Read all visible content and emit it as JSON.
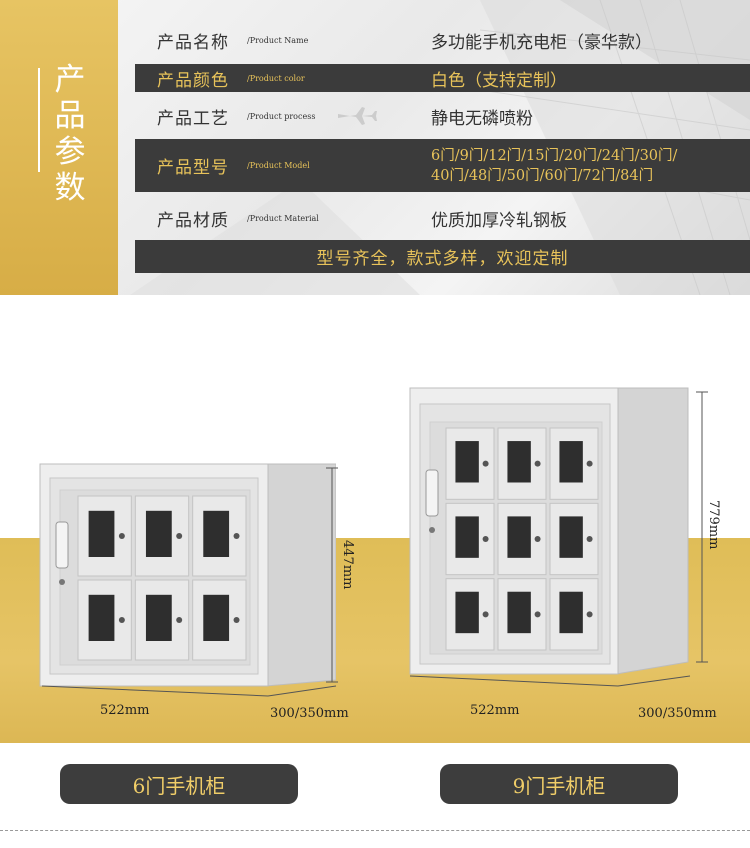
{
  "side_title": [
    "产",
    "品",
    "参",
    "数"
  ],
  "spec_rows": [
    {
      "name": "产品名称",
      "en": "/Product Name",
      "value": "多功能手机充电柜（豪华款）",
      "dark": false
    },
    {
      "name": "产品颜色",
      "en": "/Product color",
      "value": "白色（支持定制）",
      "dark": true
    },
    {
      "name": "产品工艺",
      "en": "/Product process",
      "value": "静电无磷喷粉",
      "dark": false
    },
    {
      "name": "产品型号",
      "en": "/Product Model",
      "value": "6门/9门/12门/15门/20门/24门/30门/",
      "value2": "40门/48门/50门/60门/72门/84门",
      "dark": true
    },
    {
      "name": "产品材质",
      "en": "/Product Material",
      "value": "优质加厚冷轧钢板",
      "dark": false
    }
  ],
  "slogan": "型号齐全，款式多样，欢迎定制",
  "products": [
    {
      "label": "6门手机柜",
      "width": "522mm",
      "depth": "300/350mm",
      "height": "447mm",
      "grid": [
        3,
        2
      ]
    },
    {
      "label": "9门手机柜",
      "width": "522mm",
      "depth": "300/350mm",
      "height": "779mm",
      "grid": [
        3,
        3
      ]
    }
  ],
  "colors": {
    "gold": "#e8c35a",
    "dark": "#3b3b3b"
  }
}
